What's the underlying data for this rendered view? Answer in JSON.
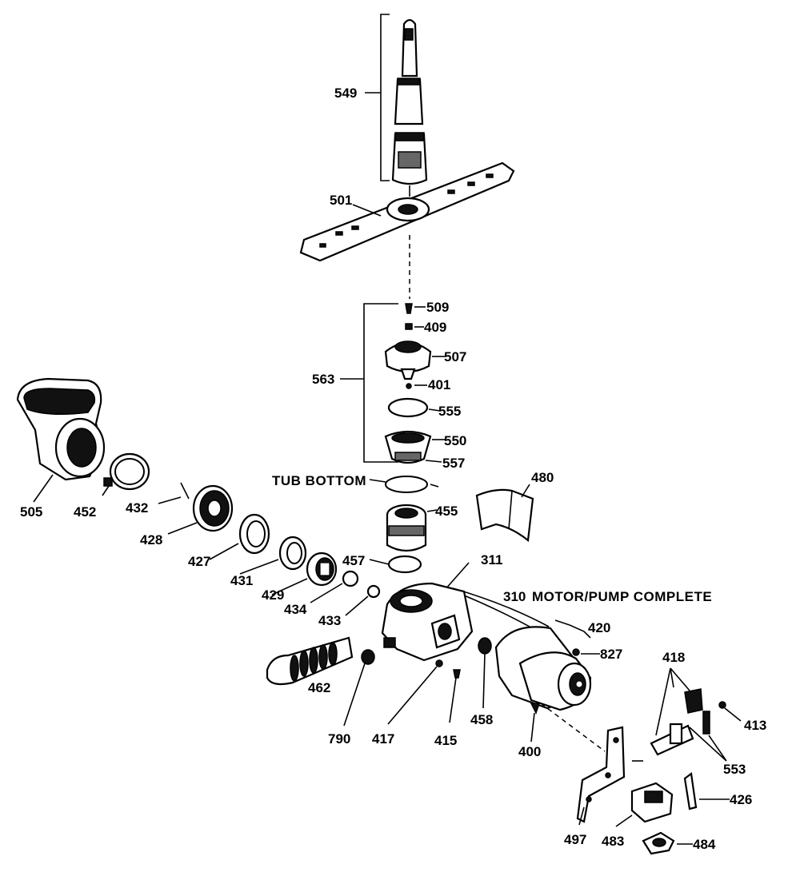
{
  "header_fragment": "",
  "labels": {
    "p549": "549",
    "p501": "501",
    "p509": "509",
    "p409": "409",
    "p507": "507",
    "p401": "401",
    "p555": "555",
    "p563": "563",
    "p550": "550",
    "p557": "557",
    "tub_bottom": "TUB BOTTOM",
    "p480": "480",
    "p505": "505",
    "p452": "452",
    "p432": "432",
    "p428": "428",
    "p455": "455",
    "p427": "427",
    "p457": "457",
    "p311": "311",
    "p431": "431",
    "p429": "429",
    "p434": "434",
    "p310": "310",
    "motor_pump": "MOTOR/PUMP COMPLETE",
    "p433": "433",
    "p420": "420",
    "p827": "827",
    "p418": "418",
    "p462": "462",
    "p413": "413",
    "p790": "790",
    "p417": "417",
    "p415": "415",
    "p458": "458",
    "p400": "400",
    "p553": "553",
    "p426": "426",
    "p497": "497",
    "p483": "483",
    "p484": "484"
  }
}
